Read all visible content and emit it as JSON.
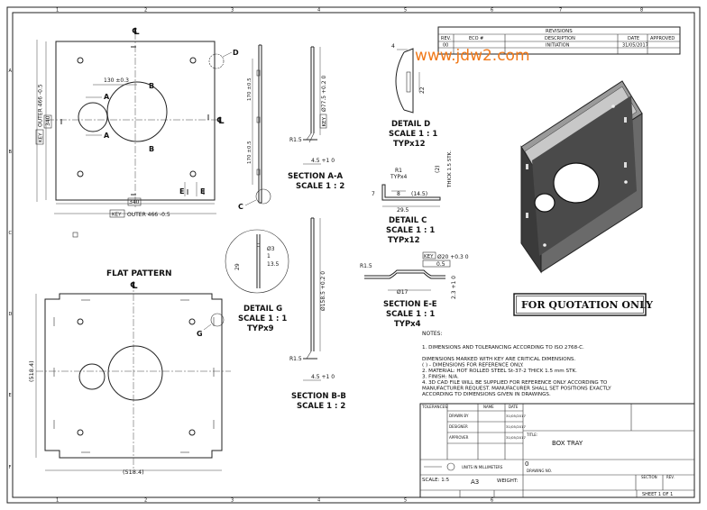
{
  "watermark": "www.jdw2.com",
  "border_numbers_top": [
    "1",
    "2",
    "3",
    "4",
    "5",
    "6",
    "7",
    "8"
  ],
  "border_letters_left": [
    "A",
    "B",
    "C",
    "D",
    "E",
    "F"
  ],
  "revisions": {
    "title": "REVISIONS",
    "headers": [
      "REV.",
      "ECO #",
      "DESCRIPTION",
      "DATE",
      "APPROVED"
    ],
    "row": [
      "00",
      "",
      "INITIATION",
      "31/05/2017",
      ""
    ]
  },
  "top_view": {
    "centerline": "℄",
    "dim_hole_spacing": "130 ±0.3",
    "label_a1": "A",
    "label_a2": "A",
    "label_b1": "B",
    "label_b2": "B",
    "label_d": "D",
    "label_e1": "E",
    "label_e2": "E",
    "label_c": "C",
    "dim_inner_width": "340",
    "dim_inner_height": "340",
    "key_bottom": "KEY",
    "dim_outer_bottom": "OUTER 466 -0.5",
    "key_left": "KEY",
    "dim_outer_left": "OUTER 466 -0.5",
    "dim_170a": "170 ±0.5",
    "dim_170b": "170 ±0.5"
  },
  "section_aa": {
    "title": "SECTION A-A",
    "scale": "SCALE 1 : 2",
    "key": "KEY",
    "dim_dia": "Ø77.5 +0.2 0",
    "dim_r": "R1.5",
    "dim_45": "4.5 +1 0"
  },
  "section_bb": {
    "title": "SECTION B-B",
    "scale": "SCALE 1 : 2",
    "dim_dia": "Ø158.5 +0.2 0",
    "dim_r": "R1.5",
    "dim_45": "4.5 +1 0"
  },
  "detail_d": {
    "title": "DETAIL D",
    "scale": "SCALE 1 : 1",
    "qty": "TYPx12",
    "dim_4": "4",
    "dim_22": "22"
  },
  "detail_c": {
    "title": "DETAIL C",
    "scale": "SCALE 1 : 1",
    "qty": "TYPx12",
    "dim_r1": "R1",
    "dim_typ4": "TYPx4",
    "dim_2": "(2)",
    "dim_thick": "THICK 1.5 STK.",
    "dim_7": "7",
    "dim_8": "8",
    "dim_145": "(14.5)",
    "dim_295": "29.5"
  },
  "detail_g": {
    "title": "DETAIL G",
    "scale": "SCALE 1 : 1",
    "qty": "TYPx9",
    "dim_3": "Ø3",
    "dim_1": "1",
    "dim_29": "29",
    "dim_135": "13.5"
  },
  "section_ee": {
    "title": "SECTION E-E",
    "scale": "SCALE 1 : 1",
    "qty": "TYPx4",
    "key": "KEY",
    "dim_dia20": "Ø20 +0.3 0",
    "dim_05": "0.5",
    "dim_r": "R1.5",
    "dim_17": "Ø17",
    "dim_23": "2.3 +1 0"
  },
  "flat_pattern": {
    "title": "FLAT PATTERN",
    "label_g": "G",
    "dim_width": "(518.4)",
    "dim_height": "(518.4)"
  },
  "quotation_stamp": "FOR QUOTATION ONLY",
  "notes": {
    "heading": "NOTES:",
    "items": [
      "1.   DIMENSIONS AND TOLERANCING ACCORDING TO ISO 2768-C.",
      "      DIMENSIONS MARKED WITH  KEY  ARE CRITICAL DIMENSIONS.",
      "      ( ) - DIMENSIONS FOR REFERENCE ONLY.",
      "2.   MATERIAL: HOT ROLLED STEEL St-37-2 THICK 1.5 mm STK.",
      "3.   FINISH: N/A.",
      "4.   3D CAD FILE WILL BE SUPPLIED FOR REFERENCE ONLY ACCORDING TO",
      "      MANUFACTURER REQUEST. MANUFACURER SHALL SET POSITIONS EXACTLY",
      "      ACCORDING TO DIMENSIONS GIVEN IN DRAWINGS."
    ]
  },
  "title_block": {
    "tolerances": "TOLERANCES:",
    "name_col": "NAME",
    "date_col": "DATE",
    "drawn_by": "DRAWN BY",
    "designer": "DESIGNER",
    "approver": "APPROVER",
    "date1": "31/05/2017",
    "date2": "31/05/2017",
    "date3": "31/05/2017",
    "title_label": "TITLE:",
    "title": "BOX TRAY",
    "units": "UNITS IN MILLIMETERS",
    "drawing_no_label": "DRAWING NO.",
    "drawing_no": "0",
    "section_label": "SECTION",
    "rev_label": "REV.",
    "scale": "SCALE: 1:5",
    "size": "A3",
    "weight_label": "WEIGHT:",
    "sheet": "SHEET 1 OF 1"
  }
}
